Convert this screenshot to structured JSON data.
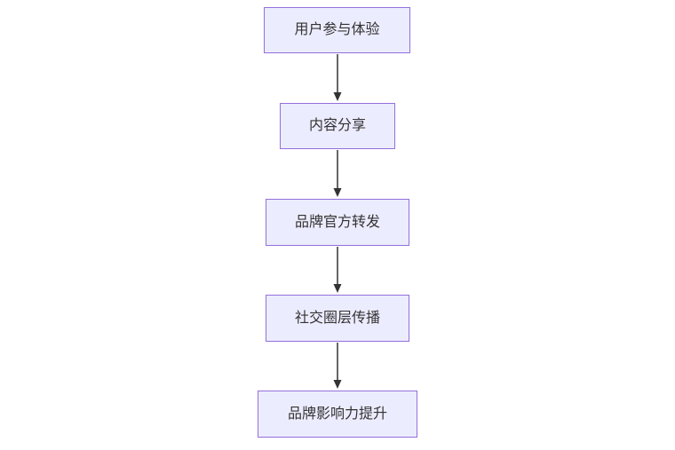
{
  "diagram": {
    "type": "flowchart",
    "direction": "top-down",
    "nodes": [
      {
        "id": "node-1",
        "label": "用户参与体验"
      },
      {
        "id": "node-2",
        "label": "内容分享"
      },
      {
        "id": "node-3",
        "label": "品牌官方转发"
      },
      {
        "id": "node-4",
        "label": "社交圈层传播"
      },
      {
        "id": "node-5",
        "label": "品牌影响力提升"
      }
    ],
    "edges": [
      {
        "from": "用户参与体验",
        "to": "内容分享",
        "style": "arrow"
      },
      {
        "from": "内容分享",
        "to": "品牌官方转发",
        "style": "arrow"
      },
      {
        "from": "品牌官方转发",
        "to": "社交圈层传播",
        "style": "arrow"
      },
      {
        "from": "社交圈层传播",
        "to": "品牌影响力提升",
        "style": "arrow"
      }
    ],
    "colors": {
      "node_fill": "#ECECFF",
      "node_border": "#9370DB",
      "edge": "#333333",
      "text": "#333333",
      "background": "#FFFFFF"
    }
  }
}
